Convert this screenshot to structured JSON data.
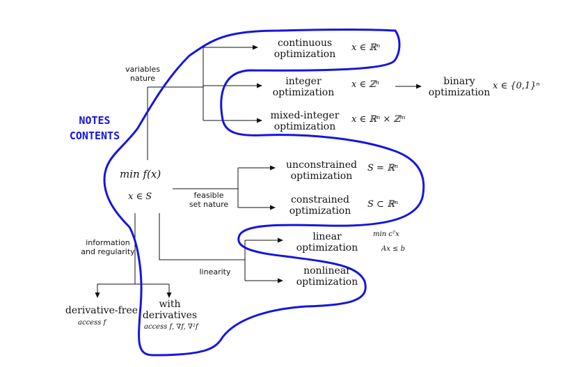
{
  "colors": {
    "ink": "#111111",
    "annotation": "#1515e0"
  },
  "notes": {
    "line1": "NOTES",
    "line2": "CONTENTS"
  },
  "root": {
    "objective": "min f(x)",
    "constraint": "x ∈ S"
  },
  "variables_nature": {
    "line1": "variables",
    "line2": "nature",
    "continuous": {
      "line1": "continuous",
      "line2": "optimization",
      "math": "x ∈ ℝⁿ"
    },
    "integer": {
      "line1": "integer",
      "line2": "optimization",
      "math": "x ∈ ℤⁿ"
    },
    "binary": {
      "line1": "binary",
      "line2": "optimization",
      "math": "x ∈ {0,1}ⁿ"
    },
    "mixed_integer": {
      "line1": "mixed-integer",
      "line2": "optimization",
      "math": "x ∈ ℝⁿ × ℤᵐ"
    }
  },
  "feasible_set_nature": {
    "line1": "feasible",
    "line2": "set nature",
    "unconstrained": {
      "line1": "unconstrained",
      "line2": "optimization",
      "math": "S = ℝⁿ"
    },
    "constrained": {
      "line1": "constrained",
      "line2": "optimization",
      "math": "S ⊂ ℝⁿ"
    }
  },
  "linearity": {
    "label": "linearity",
    "linear": {
      "line1": "linear",
      "line2": "optimization",
      "math1": "min cᵀx",
      "math2": "Ax ≤ b"
    },
    "nonlinear": {
      "line1": "nonlinear",
      "line2": "optimization"
    }
  },
  "information_regularity": {
    "line1": "information",
    "line2": "and regularity",
    "derivative_free": {
      "label": "derivative-free",
      "access": "access f"
    },
    "with_derivatives": {
      "line1": "with",
      "line2": "derivatives",
      "access": "access f, ∇f, ∇²f"
    }
  }
}
